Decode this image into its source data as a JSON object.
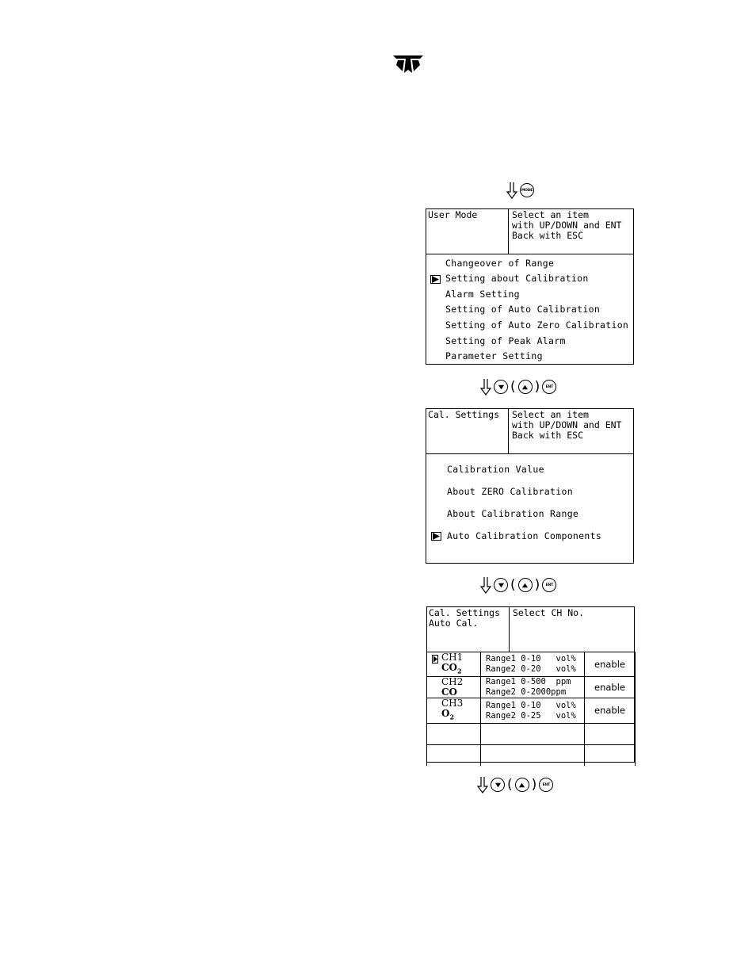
{
  "brand": {
    "logo_icon": "teledyne-logo-icon"
  },
  "keys": {
    "mode": "MODE",
    "ent": "ENT",
    "paren_open": "(",
    "paren_close": ")"
  },
  "screen1": {
    "title": "User Mode",
    "help": "Select an item\nwith UP/DOWN and ENT\nBack with ESC",
    "items": [
      "Changeover of Range",
      "Setting about Calibration",
      "Alarm Setting",
      "Setting of Auto Calibration",
      "Setting of Auto Zero Calibration",
      "Setting of Peak Alarm",
      "Parameter Setting"
    ],
    "selected_index": 1
  },
  "screen2": {
    "title": "Cal. Settings",
    "help": "Select an item\nwith UP/DOWN and ENT\nBack with ESC",
    "items": [
      "Calibration Value",
      "About ZERO Calibration",
      "About Calibration Range",
      "Auto Calibration Components"
    ],
    "selected_index": 3
  },
  "screen3": {
    "title": "Cal. Settings\nAuto Cal.",
    "help": "Select CH No.",
    "channels": [
      {
        "ch": "CH1",
        "gas": "CO2",
        "range1": "Range1 0-10   vol%",
        "range2": "Range2 0-20   vol%",
        "status": "enable"
      },
      {
        "ch": "CH2",
        "gas": "CO",
        "range1": "Range1 0-500  ppm",
        "range2": "Range2 0-2000ppm",
        "status": "enable"
      },
      {
        "ch": "CH3",
        "gas": "O2",
        "range1": "Range1 0-10   vol%",
        "range2": "Range2 0-25   vol%",
        "status": "enable"
      }
    ],
    "selected_index": 0
  }
}
